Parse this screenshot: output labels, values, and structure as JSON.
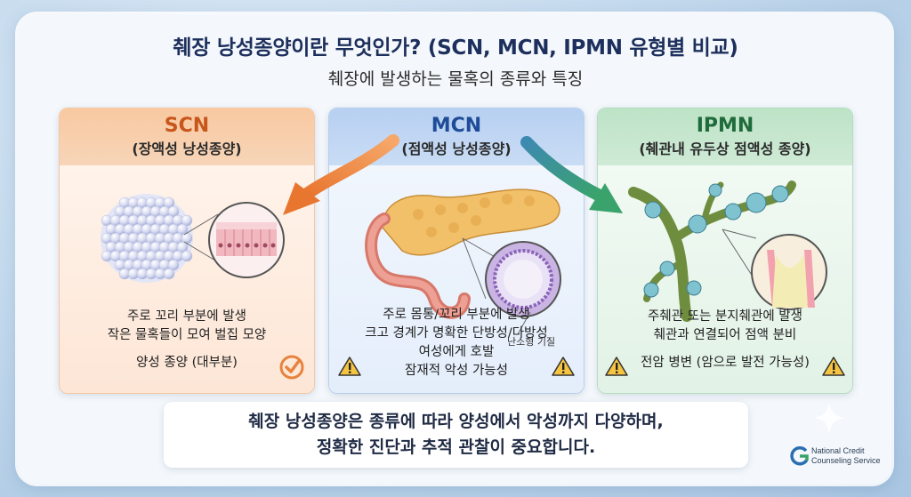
{
  "header": {
    "title": "췌장 낭성종양이란 무엇인가? (SCN, MCN, IPMN 유형별 비교)",
    "subtitle": "췌장에 발생하는 물혹의 종류와 특징"
  },
  "cards": [
    {
      "name": "SCN",
      "subname": "(장액성 낭성종양)",
      "lines": [
        "주로 꼬리 부분에 발생",
        "작은 물혹들이 모여 벌집 모양"
      ],
      "note": "양성 종양 (대부분)",
      "icon": "check-circle-icon",
      "accent": "#e8823d"
    },
    {
      "name": "MCN",
      "subname": "(점액성 낭성종양)",
      "callout": "난소형 기질",
      "lines": [
        "주로 몸통/꼬리 부분에 발생",
        "크고 경계가 명확한 단방성/다방성",
        "여성에게 호발",
        "잠재적 악성 가능성"
      ],
      "icon": "warning-icon",
      "accent": "#2f6cc5"
    },
    {
      "name": "IPMN",
      "subname": "(췌관내 유두상 점액성 종양)",
      "lines": [
        "주췌관 또는 분지췌관에 발생",
        "췌관과 연결되어 점액 분비"
      ],
      "note": "전암 병변 (암으로 발전 가능성)",
      "icon": "warning-icon",
      "accent": "#2e8a57"
    }
  ],
  "summary": {
    "line1": "췌장 낭성종양은 종류에 따라 양성에서 악성까지 다양하며,",
    "line2": "정확한 진단과 추적 관찰이 중요합니다."
  },
  "logo": {
    "line1": "National Credit",
    "line2": "Counseling Service"
  }
}
